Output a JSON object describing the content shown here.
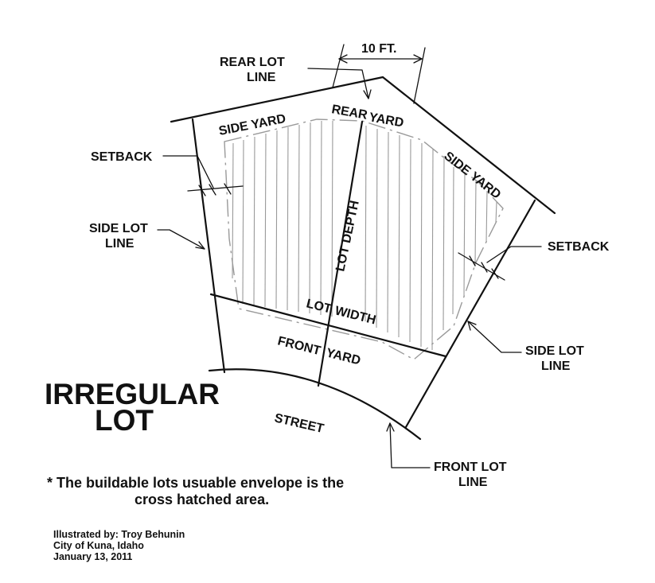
{
  "title": {
    "line1": "IRREGULAR",
    "line2": "LOT"
  },
  "labels": {
    "rear_lot_line_1": "REAR LOT",
    "rear_lot_line_2": "LINE",
    "ten_ft": "10 FT.",
    "side_yard_top": "SIDE YARD",
    "rear_yard_1": "REAR",
    "rear_yard_2": "YARD",
    "side_yard_right": "SIDE YARD",
    "setback_left": "SETBACK",
    "setback_right": "SETBACK",
    "side_lot_line_left_1": "SIDE LOT",
    "side_lot_line_left_2": "LINE",
    "side_lot_line_right_1": "SIDE LOT",
    "side_lot_line_right_2": "LINE",
    "lot_depth": "LOT DEPTH",
    "lot_width_1": "LOT",
    "lot_width_2": "WIDTH",
    "front_yard_1": "FRONT",
    "front_yard_2": "YARD",
    "street": "STREET",
    "front_lot_line_1": "FRONT LOT",
    "front_lot_line_2": "LINE"
  },
  "note": {
    "line1": "* The buildable lots usuable envelope is the",
    "line2": "cross hatched area."
  },
  "credits": {
    "line1": "Illustrated by: Troy Behunin",
    "line2": "City of Kuna, Idaho",
    "line3": "January 13, 2011"
  },
  "colors": {
    "ink": "#111111",
    "hatch": "#9a9a9a",
    "background": "#ffffff"
  }
}
